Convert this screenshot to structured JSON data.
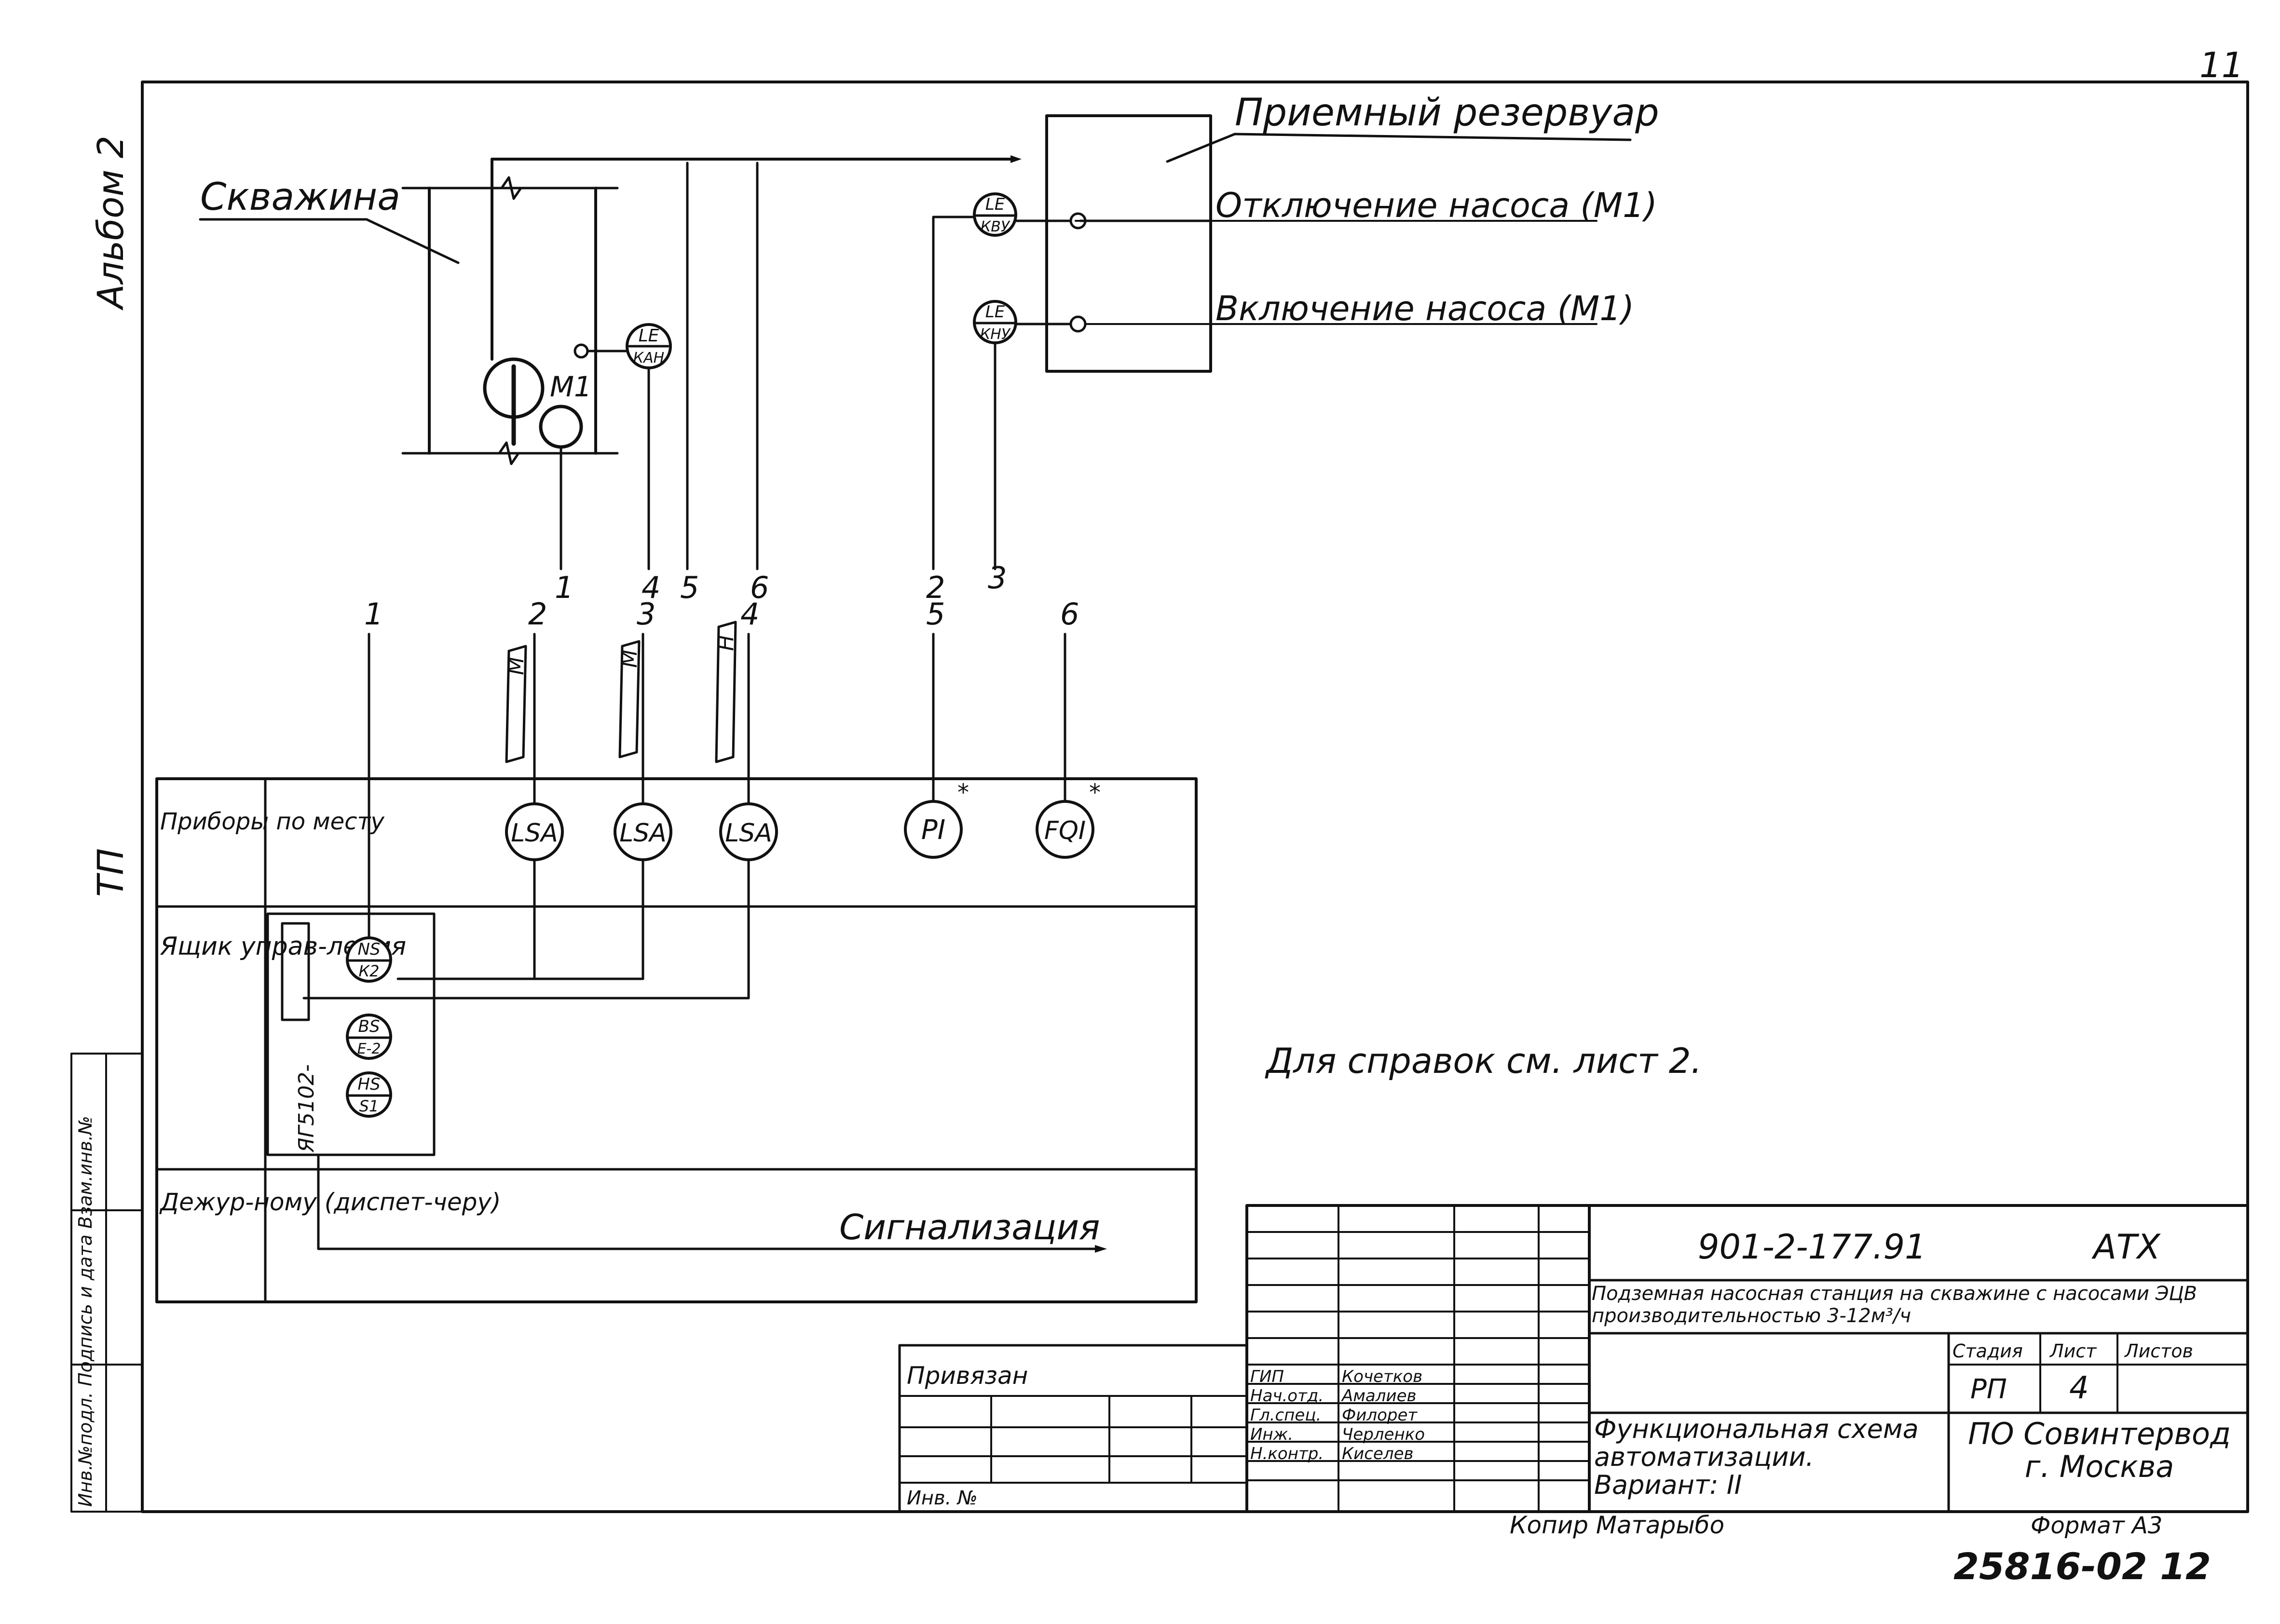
{
  "page_number": "11",
  "side_labels": {
    "album": "Альбом 2",
    "tp": "ТП"
  },
  "callouts": {
    "well": "Скважина",
    "reservoir": "Приемный резервуар",
    "pump_off": "Отключение насоса (М1)",
    "pump_on": "Включение насоса (М1)"
  },
  "motor": "М1",
  "field_sensors": [
    {
      "top": "LE",
      "bottom": "КАН"
    },
    {
      "top": "LE",
      "bottom": "КВУ"
    },
    {
      "top": "LE",
      "bottom": "КНУ"
    }
  ],
  "upper_wire_numbers": [
    "1",
    "4",
    "5",
    "6",
    "2",
    "3"
  ],
  "lower_wire_numbers": [
    "1",
    "2",
    "3",
    "4",
    "5",
    "6"
  ],
  "cable_marks": [
    "М",
    "М",
    "Н"
  ],
  "rows": {
    "local": "Приборы по месту",
    "cabinet": "Ящик управ-ления",
    "operator": "Дежур-ному (диспет-черу)"
  },
  "local_instruments": [
    "LSA",
    "LSA",
    "LSA",
    "PI",
    "FQI"
  ],
  "instrument_star": "*",
  "cabinet_devices": [
    {
      "top": "NS",
      "bottom": "К2"
    },
    {
      "top": "BS",
      "bottom": "Е-2"
    },
    {
      "top": "HS",
      "bottom": "S1"
    }
  ],
  "cabinet_code": "ЯГ5102-",
  "signal_label": "Сигнализация",
  "reference_note": "Для справок см. лист 2.",
  "title_block": {
    "designation": "901-2-177.91",
    "mark": "АТХ",
    "project": "Подземная насосная станция на скважине с насосами ЭЦВ производительностью 3-12м³/ч",
    "stage_header": "Стадия",
    "sheet_header": "Лист",
    "sheets_header": "Листов",
    "stage": "РП",
    "sheet": "4",
    "sheets": "",
    "drawing_title": "Функциональная схема автоматизации. Вариант: II",
    "organization": "ПО Совинтервод г. Москва",
    "linked": "Привязан",
    "inv_no": "Инв. №",
    "signatures": [
      {
        "role": "ГИП",
        "name": "Кочетков"
      },
      {
        "role": "Нач.отд.",
        "name": "Амалиев"
      },
      {
        "role": "Гл.спец.",
        "name": "Филорет"
      },
      {
        "role": "Инж.",
        "name": "Черленко"
      },
      {
        "role": "Н.контр.",
        "name": "Киселев"
      }
    ]
  },
  "stamp_side": "Инв.№подл. Подпись и дата Взам.инв.№",
  "copied_by": "Копир Матарыбо",
  "format": "Формат А3",
  "bottom_code": "25816-02  12"
}
